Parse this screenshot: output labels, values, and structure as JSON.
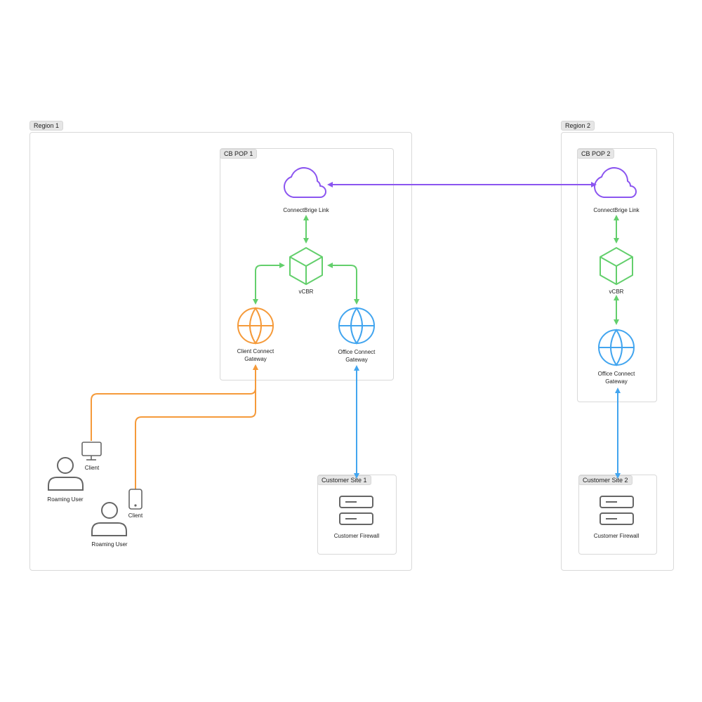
{
  "regions": [
    {
      "label": "Region 1"
    },
    {
      "label": "Region 2"
    }
  ],
  "pops": [
    {
      "label": "CB POP 1",
      "link_label": "ConnectBrige Link",
      "vcbr_label": "vCBR",
      "client_gw_label": [
        "Client Connect",
        "Gateway"
      ],
      "office_gw_label": [
        "Office Connect",
        "Gateway"
      ]
    },
    {
      "label": "CB POP 2",
      "link_label": "ConnectBrige Link",
      "vcbr_label": "vCBR",
      "office_gw_label": [
        "Office Connect",
        "Gateway"
      ]
    }
  ],
  "sites": [
    {
      "label": "Customer Site 1",
      "device_label": "Customer Firewall"
    },
    {
      "label": "Customer Site 2",
      "device_label": "Customer Firewall"
    }
  ],
  "users": [
    {
      "user_label": "Roaming User",
      "client_label": "Client"
    },
    {
      "user_label": "Roaming User",
      "client_label": "Client"
    }
  ],
  "colors": {
    "purple": "#8b55f0",
    "green": "#63cf6c",
    "orange": "#f59a3a",
    "blue": "#42a5ef",
    "gray": "#666666"
  }
}
